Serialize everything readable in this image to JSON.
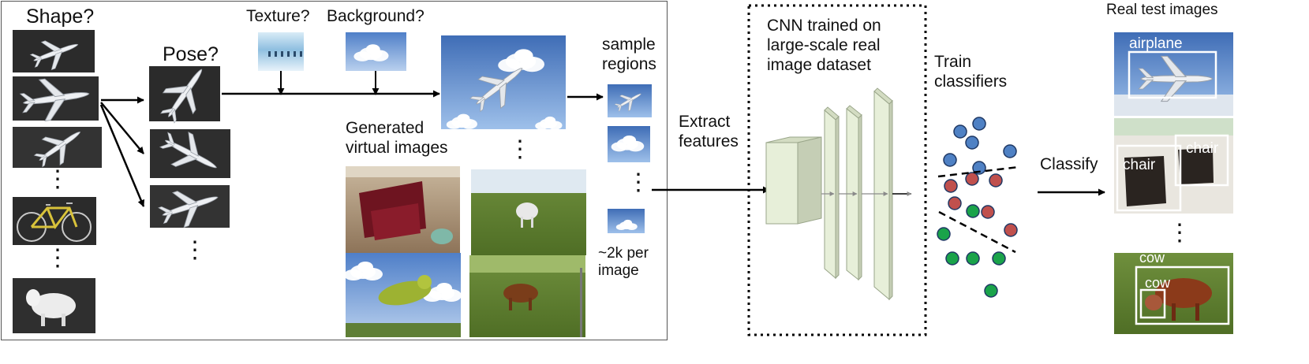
{
  "labels": {
    "shape": "Shape?",
    "pose": "Pose?",
    "texture": "Texture?",
    "background": "Background?",
    "generated": "Generated virtual images",
    "sample": "sample regions",
    "per_image": "~2k per image",
    "extract": "Extract features",
    "cnn": "CNN trained on large-scale real image dataset",
    "train": "Train classifiers",
    "classify": "Classify",
    "real_test": "Real test images",
    "airplane": "airplane",
    "chair_left": "chair",
    "chair_right": "chair",
    "cow_top": "cow",
    "cow_inner": "cow"
  },
  "ellipsis": "⋮",
  "colors": {
    "blue_dot": "#4f81c4",
    "red_dot": "#c0504d",
    "green_dot": "#1aa34a",
    "dot_stroke": "#1f3864",
    "cnn_layer": "#e7efd9",
    "cnn_layer_edge": "#9aa68a"
  },
  "icons": {
    "shape_models": [
      "airplane-model-icon",
      "airplane-model-icon",
      "airplane-model-icon",
      "bicycle-model-icon",
      "sheep-model-icon"
    ],
    "pose_renders": [
      "airplane-pose-icon",
      "airplane-pose-icon",
      "airplane-pose-icon"
    ]
  },
  "scatter": {
    "blue": [
      [
        1217,
        167
      ],
      [
        1241,
        157
      ],
      [
        1232,
        181
      ],
      [
        1280,
        192
      ],
      [
        1204,
        203
      ],
      [
        1241,
        213
      ]
    ],
    "red": [
      [
        1205,
        236
      ],
      [
        1232,
        227
      ],
      [
        1262,
        229
      ],
      [
        1210,
        258
      ],
      [
        1252,
        269
      ],
      [
        1281,
        292
      ]
    ],
    "green": [
      [
        1233,
        268
      ],
      [
        1196,
        297
      ],
      [
        1207,
        328
      ],
      [
        1233,
        328
      ],
      [
        1266,
        328
      ],
      [
        1256,
        369
      ]
    ]
  }
}
